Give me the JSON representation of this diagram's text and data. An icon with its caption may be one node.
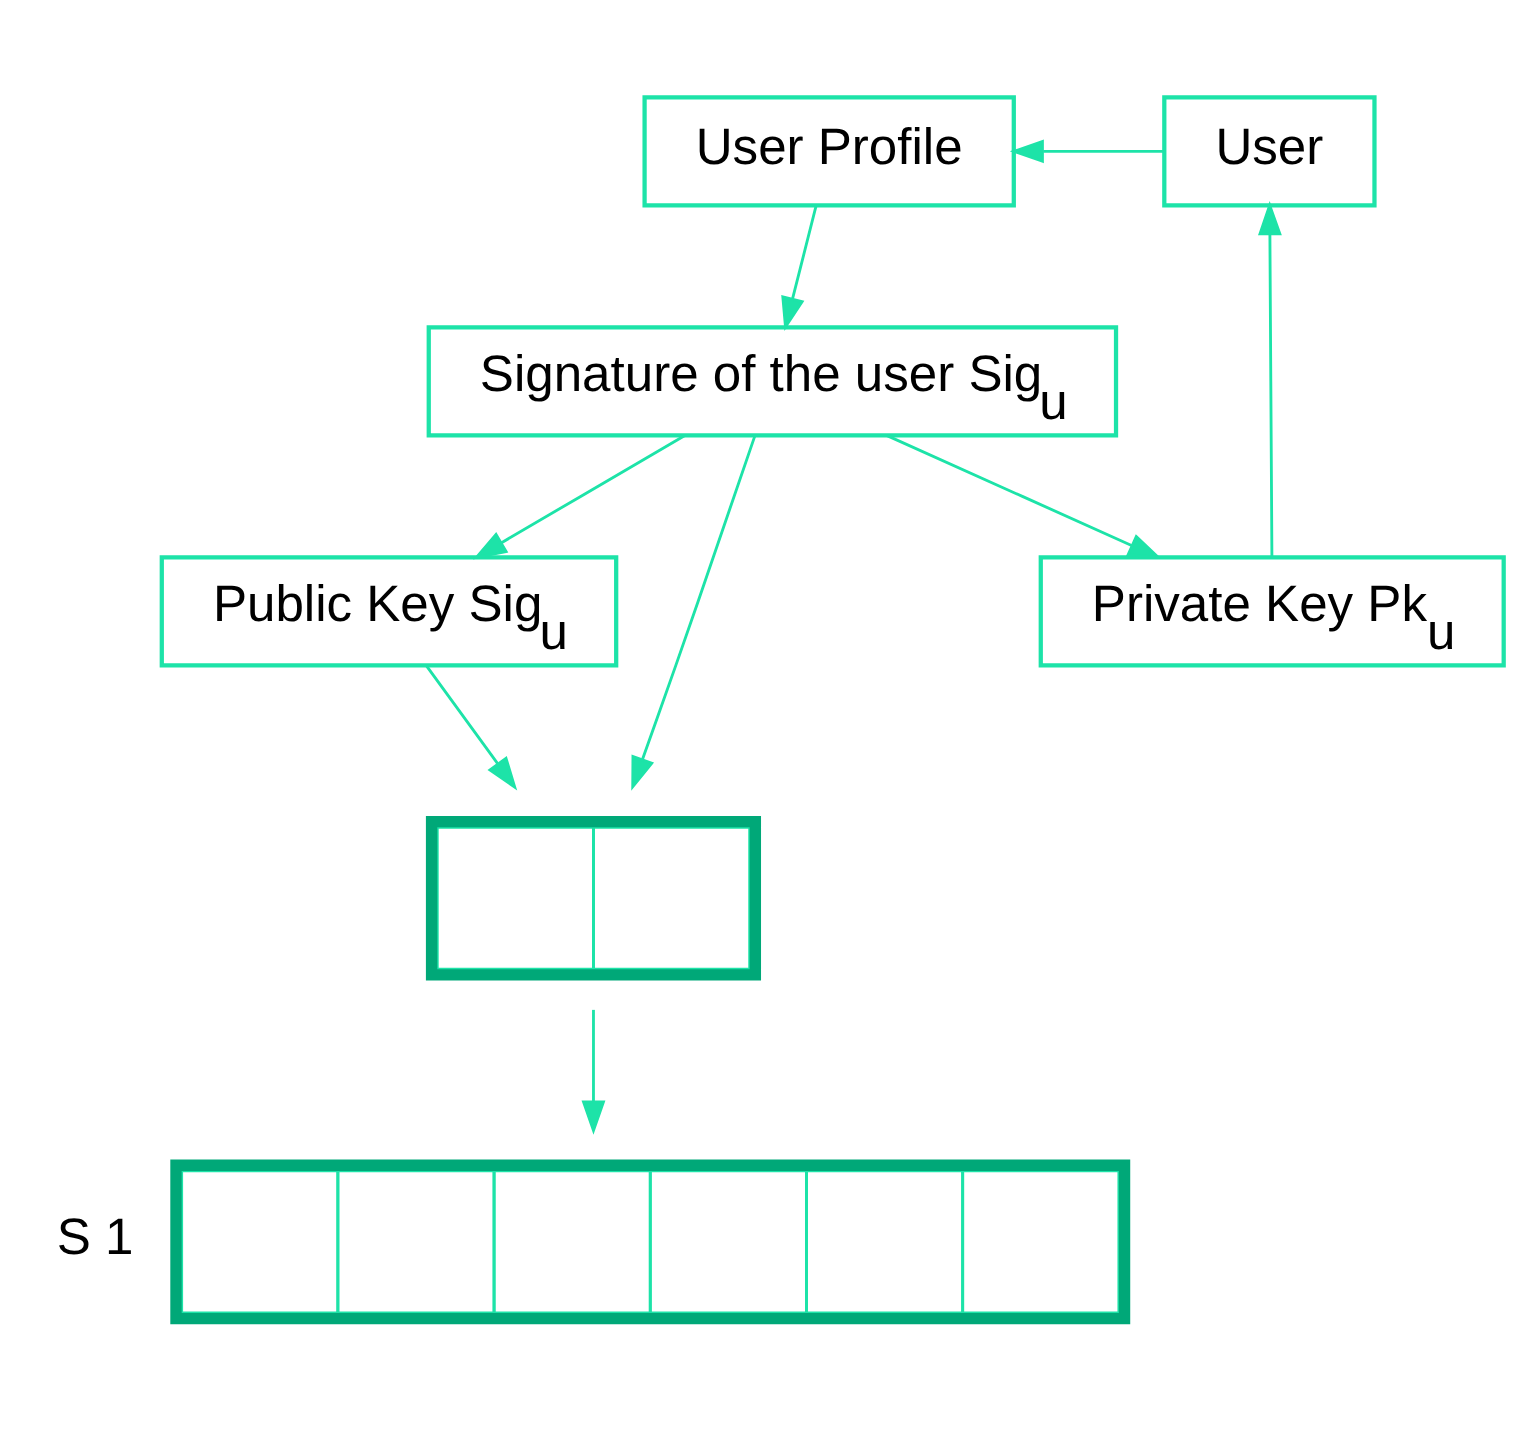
{
  "diagram": {
    "nodes": [
      {
        "text": [
          "User Profile"
        ]
      },
      {
        "text": [
          "User"
        ]
      },
      {
        "text": [
          "Signature of the user Sig$_{u}$"
        ]
      },
      {
        "text": [
          "Private Key Pk$_{u}$"
        ]
      },
      {
        "text": [
          "Public Key Sig$_{u}$"
        ]
      },
      {
        "text": [],
        "shape": "box"
      },
      {
        "text": [],
        "shape": "box",
        "beside": [
          "S 1"
        ]
      }
    ],
    "edges": [
      {
        "from": 1,
        "to": 0,
        "arrow": "to"
      },
      {
        "from": 0,
        "to": 2,
        "arrow": "to"
      },
      {
        "from": 2,
        "to": 3,
        "arrow": "to"
      },
      {
        "from": 2,
        "to": 4,
        "arrow": "to"
      },
      {
        "from": 3,
        "to": 1,
        "arrow": "to"
      },
      {
        "from": 2,
        "to": 5,
        "arrow": "to"
      },
      {
        "from": 4,
        "to": 5,
        "arrow": "to"
      },
      {
        "from": 5,
        "to": 6,
        "arrow": "to"
      }
    ]
  }
}
